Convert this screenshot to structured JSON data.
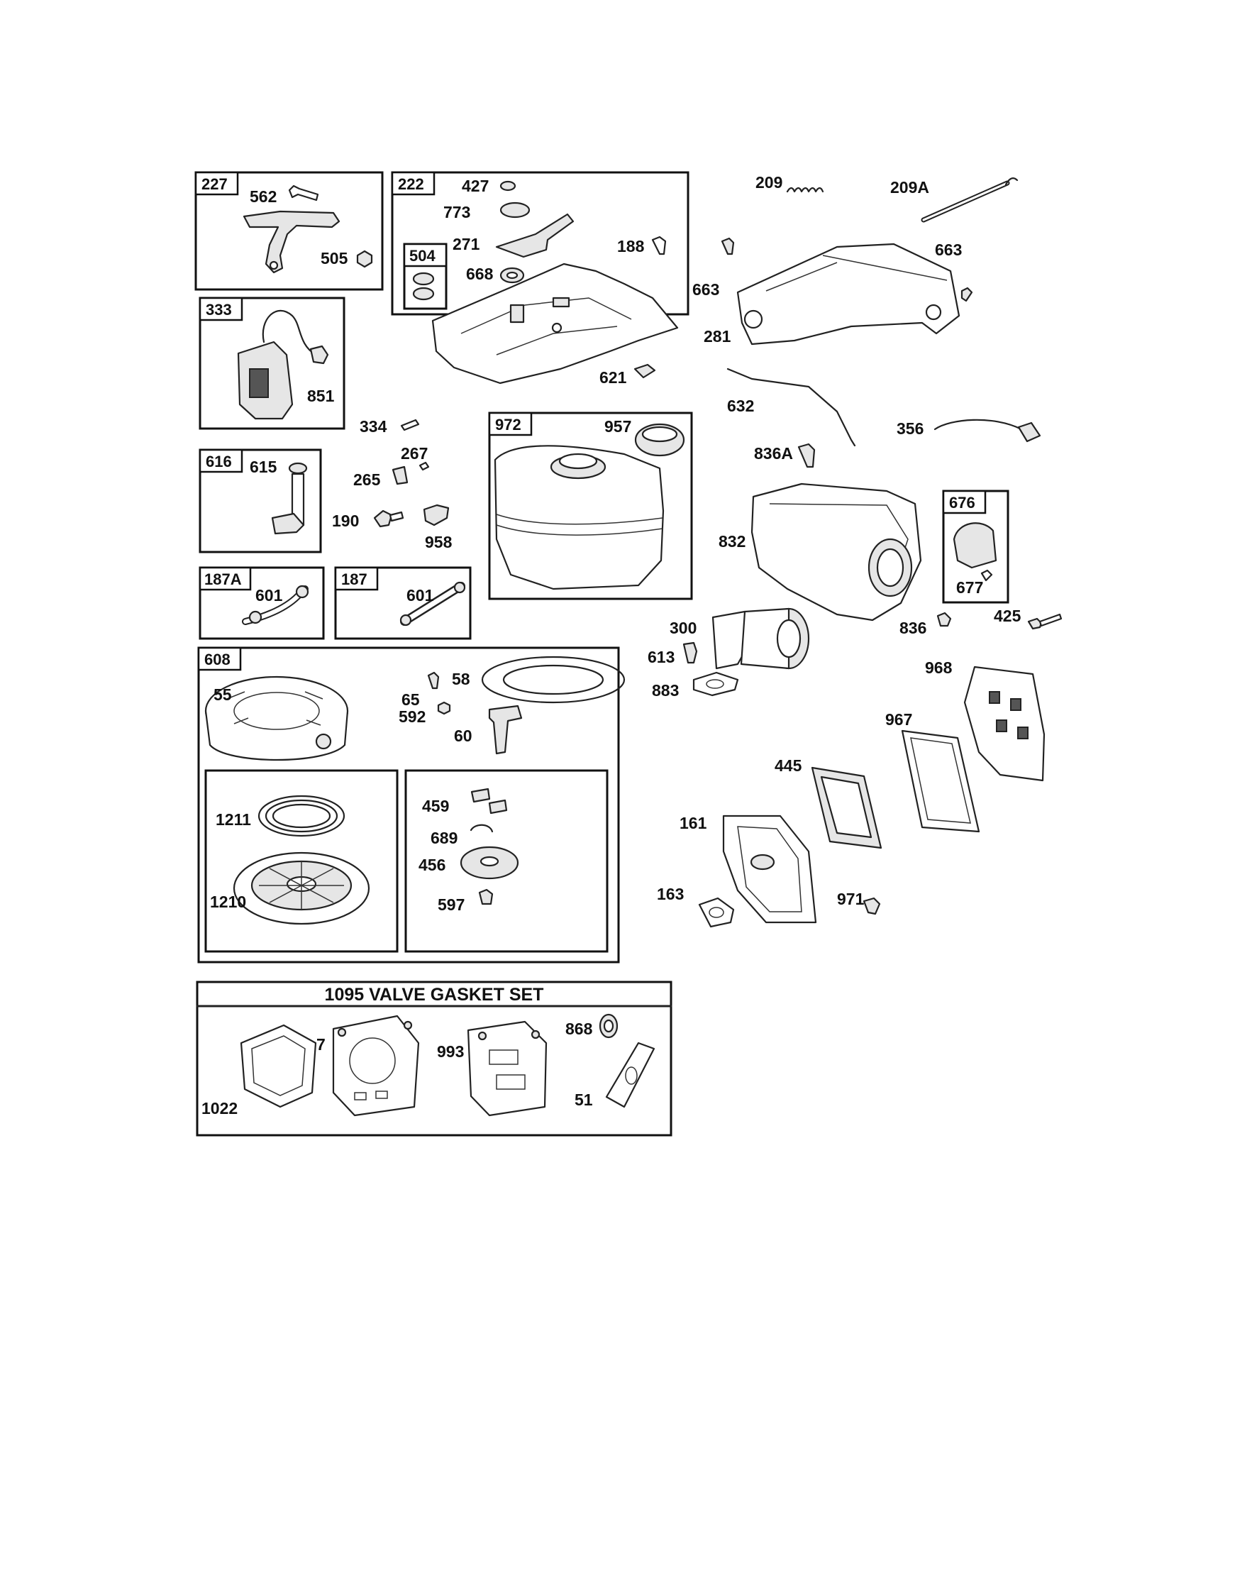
{
  "boxes": {
    "b227": "227",
    "b222": "222",
    "b504": "504",
    "b333": "333",
    "b616": "616",
    "b187A": "187A",
    "b187": "187",
    "b972": "972",
    "b608": "608",
    "b676": "676"
  },
  "gasket_set": {
    "title": "1095 VALVE GASKET SET"
  },
  "labels": {
    "l562": "562",
    "l505": "505",
    "l427": "427",
    "l773": "773",
    "l271": "271",
    "l668": "668",
    "l188": "188",
    "l621": "621",
    "l851": "851",
    "l334": "334",
    "l267": "267",
    "l265": "265",
    "l190": "190",
    "l958": "958",
    "l615": "615",
    "l601a": "601",
    "l601b": "601",
    "l957": "957",
    "l209": "209",
    "l209A": "209A",
    "l663a": "663",
    "l663b": "663",
    "l281": "281",
    "l632": "632",
    "l356": "356",
    "l836A": "836A",
    "l832": "832",
    "l677": "677",
    "l836": "836",
    "l425": "425",
    "l300": "300",
    "l613": "613",
    "l883": "883",
    "l968": "968",
    "l967": "967",
    "l445": "445",
    "l161": "161",
    "l163": "163",
    "l971": "971",
    "l55": "55",
    "l65": "65",
    "l58": "58",
    "l592": "592",
    "l60": "60",
    "l1211": "1211",
    "l1210": "1210",
    "l459": "459",
    "l689": "689",
    "l456": "456",
    "l597": "597",
    "l1022": "1022",
    "l7": "7",
    "l993": "993",
    "l868": "868",
    "l51": "51"
  }
}
